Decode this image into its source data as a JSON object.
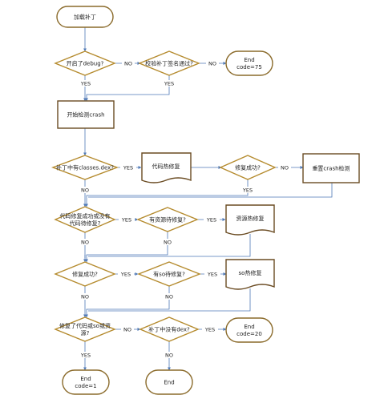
{
  "theme": {
    "stroke": "#8a6a2a",
    "diamond_stroke": "#b58b2e",
    "rect_stroke": "#6a4b22",
    "line": "#4f79b6",
    "text": "#222222",
    "fill": "#ffffff"
  },
  "nodes": {
    "start": "加载补丁",
    "debug": "开启了debug?",
    "sig": "校验补丁签名通过?",
    "end75_l1": "End",
    "end75_l2": "code=75",
    "crash": "开始检测crash",
    "classes": "补丁中有classes.dex?",
    "codefix": "代码热修复",
    "fixok": "修复成功?",
    "reset": "重置crash检测",
    "codeok_l1": "代码修复成功或没有",
    "codeok_l2": "代码待修复?",
    "res": "有资源待修复?",
    "resfix": "资源热修复",
    "resok": "修复成功?",
    "so": "有so待修复?",
    "sofix": "so热修复",
    "anyfix_l1": "修复了代码或so或资",
    "anyfix_l2": "源?",
    "nodex": "补丁中没有dex?",
    "end20_l1": "End",
    "end20_l2": "code=20",
    "end1_l1": "End",
    "end1_l2": "code=1",
    "end": "End"
  },
  "edges": {
    "debug_no": "NO",
    "debug_yes": "YES",
    "sig_no": "NO",
    "sig_yes": "YES",
    "classes_yes": "YES",
    "classes_no": "NO",
    "fixok_no": "NO",
    "fixok_yes": "YES",
    "codeok_yes": "YES",
    "codeok_no": "NO",
    "res_yes": "YES",
    "res_no": "NO",
    "resok_yes": "YES",
    "resok_no": "NO",
    "so_yes": "YES",
    "so_no": "NO",
    "anyfix_no": "NO",
    "anyfix_yes": "YES",
    "nodex_yes": "YES",
    "nodex_no": "NO"
  }
}
